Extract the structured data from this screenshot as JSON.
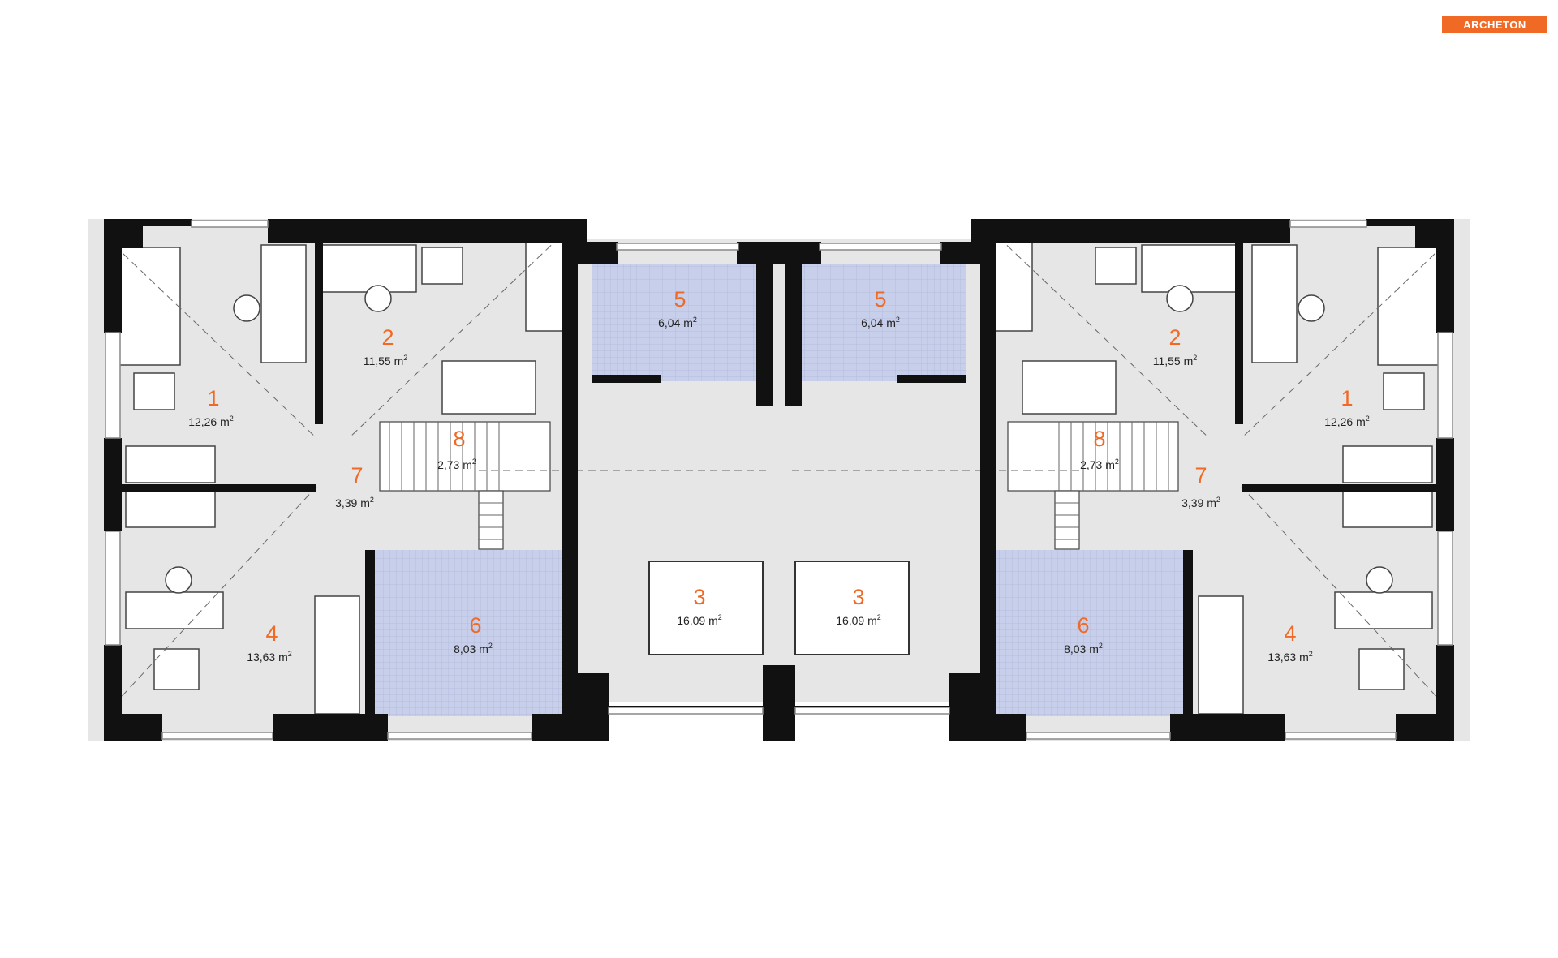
{
  "logo": {
    "text": "ARCHETON",
    "color": "#f06a25"
  },
  "colors": {
    "wall": "#111111",
    "floor": "#e6e6e6",
    "bath": "#c8cfea",
    "label": "#f06a25"
  },
  "rooms": [
    {
      "id": "L1",
      "num": "1",
      "area": "12,26 m",
      "sup": "2"
    },
    {
      "id": "L2",
      "num": "2",
      "area": "11,55 m",
      "sup": "2"
    },
    {
      "id": "L3",
      "num": "3",
      "area": "16,09 m",
      "sup": "2"
    },
    {
      "id": "L4",
      "num": "4",
      "area": "13,63 m",
      "sup": "2"
    },
    {
      "id": "L5",
      "num": "5",
      "area": "6,04 m",
      "sup": "2"
    },
    {
      "id": "L6",
      "num": "6",
      "area": "8,03 m",
      "sup": "2"
    },
    {
      "id": "L7",
      "num": "7",
      "area": "3,39 m",
      "sup": "2"
    },
    {
      "id": "L8",
      "num": "8",
      "area": "2,73 m",
      "sup": "2"
    },
    {
      "id": "R1",
      "num": "1",
      "area": "12,26 m",
      "sup": "2"
    },
    {
      "id": "R2",
      "num": "2",
      "area": "11,55 m",
      "sup": "2"
    },
    {
      "id": "R3",
      "num": "3",
      "area": "16,09 m",
      "sup": "2"
    },
    {
      "id": "R4",
      "num": "4",
      "area": "13,63 m",
      "sup": "2"
    },
    {
      "id": "R5",
      "num": "5",
      "area": "6,04 m",
      "sup": "2"
    },
    {
      "id": "R6",
      "num": "6",
      "area": "8,03 m",
      "sup": "2"
    },
    {
      "id": "R7",
      "num": "7",
      "area": "3,39 m",
      "sup": "2"
    },
    {
      "id": "R8",
      "num": "8",
      "area": "2,73 m",
      "sup": "2"
    }
  ]
}
